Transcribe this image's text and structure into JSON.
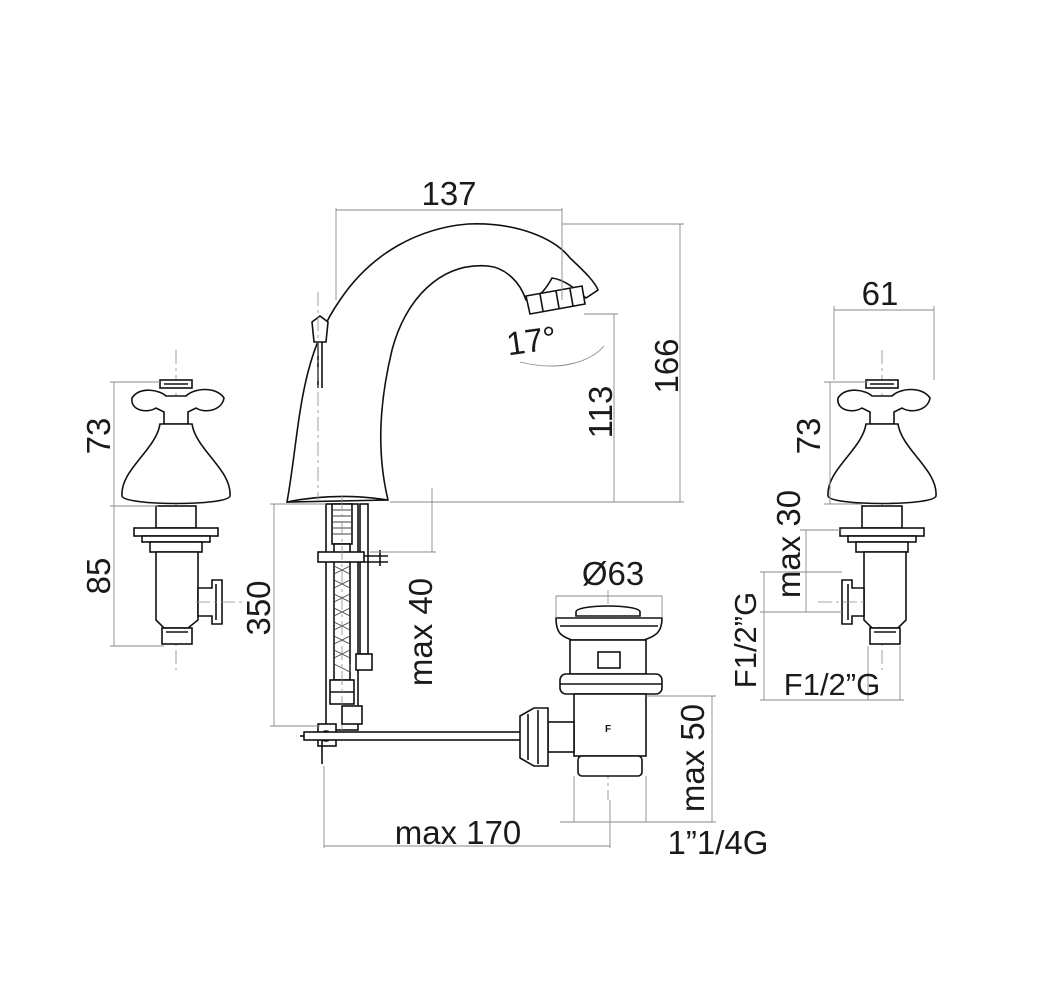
{
  "dimensions": {
    "spout_reach": "137",
    "spout_angle": "17°",
    "spout_height_outlet": "113",
    "spout_height_total": "166",
    "handle_width": "61",
    "left_handle_height": "73",
    "left_valve_height": "85",
    "right_handle_height": "73",
    "right_valve_max": "max 30",
    "hose_length": "350",
    "deck_max": "max 40",
    "waste_diameter": "Ø63",
    "waste_max": "max 50",
    "rod_max": "max 170",
    "waste_thread": "1”1/4G",
    "inlet_thread_vertical": "F1/2”G",
    "inlet_thread_horizontal": "F1/2”G",
    "waste_marking": "F"
  }
}
